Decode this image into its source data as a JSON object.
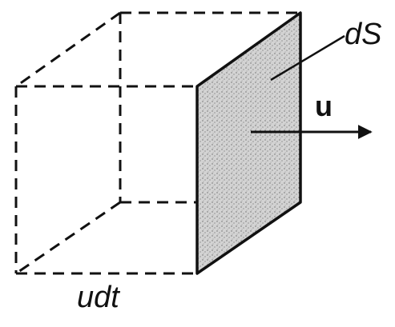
{
  "labels": {
    "surface": "dS",
    "velocity": "u",
    "length": "udt"
  },
  "colors": {
    "stroke": "#111111",
    "shade": "#d3d3d3",
    "speckle": "#6b6b6b",
    "background": "#ffffff"
  }
}
